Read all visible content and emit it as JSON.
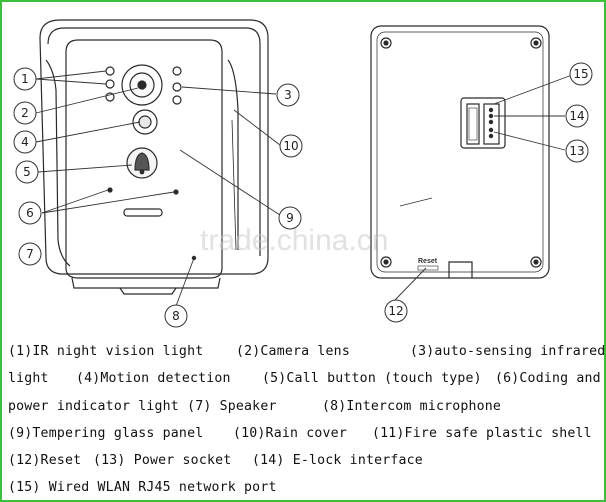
{
  "callouts": {
    "front": [
      "1",
      "2",
      "3",
      "4",
      "5",
      "6",
      "7",
      "8",
      "9",
      "10"
    ],
    "back": [
      "15",
      "14",
      "13",
      "12"
    ],
    "reset_label": "Reset"
  },
  "watermark": "trade.china.cn",
  "legend": {
    "rows": [
      [
        "(1)IR night vision light",
        "(2)Camera lens",
        "(3)auto-sensing infrared"
      ],
      [
        "light",
        "(4)Motion detection",
        "(5)Call button (touch type)",
        "(6)Coding and"
      ],
      [
        "power indicator light (7) Speaker",
        "(8)Intercom microphone"
      ],
      [
        "(9)Tempering glass panel",
        "(10)Rain cover",
        "(11)Fire safe plastic shell"
      ],
      [
        "(12)Reset",
        "(13) Power socket",
        "(14) E-lock interface"
      ],
      [
        "(15) Wired WLAN RJ45 network port"
      ]
    ]
  },
  "colors": {
    "frame": "#3dbf3d",
    "line": "#2a2a2a",
    "watermark": "#c8c8c8"
  }
}
